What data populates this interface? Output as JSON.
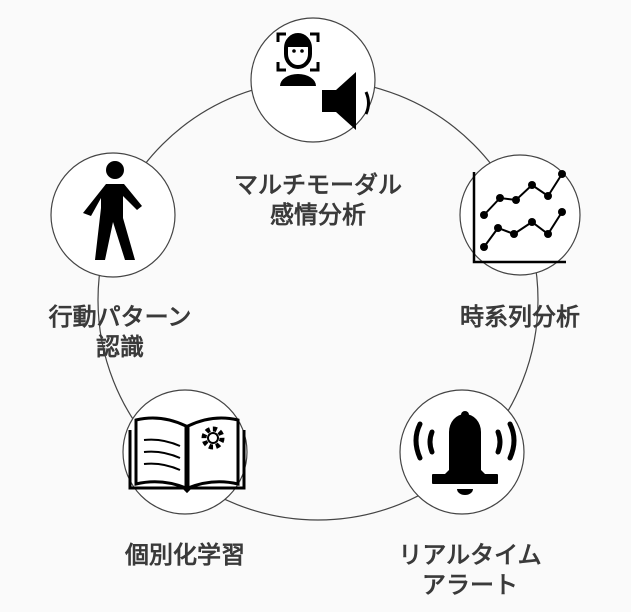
{
  "nodes": [
    {
      "id": "multimodal",
      "icon": "face-recognition-speaker-icon",
      "label_lines": [
        "マルチモーダル",
        "感情分析"
      ]
    },
    {
      "id": "timeseries",
      "icon": "line-chart-icon",
      "label_lines": [
        "時系列分析"
      ]
    },
    {
      "id": "alert",
      "icon": "ringing-bell-icon",
      "label_lines": [
        "リアルタイム",
        "アラート"
      ]
    },
    {
      "id": "learning",
      "icon": "book-gear-icon",
      "label_lines": [
        "個別化学習"
      ]
    },
    {
      "id": "behavior",
      "icon": "walking-person-icon",
      "label_lines": [
        "行動パターン",
        "認識"
      ]
    }
  ]
}
